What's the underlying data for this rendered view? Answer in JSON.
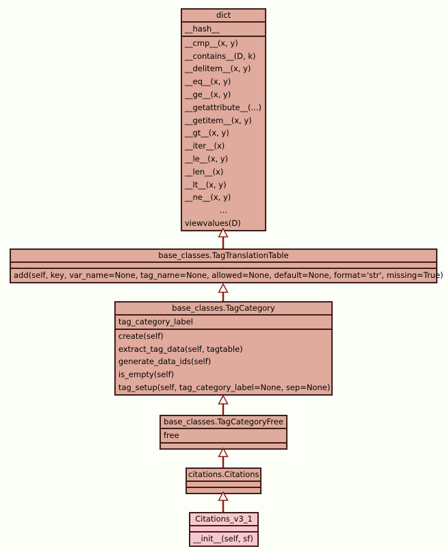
{
  "diagram_type": "uml-class-inheritance",
  "colors": {
    "fill": "#e0aa9c",
    "highlight": "#f9c8ce",
    "border": "#3a1f17",
    "arrow": "#8e1f12",
    "bg": "#fcfef8",
    "text": "#000000"
  },
  "classes": {
    "dict": {
      "title": "dict",
      "attributes": [
        "__hash__"
      ],
      "methods": [
        "__cmp__(x, y)",
        "__contains__(D, k)",
        "__delitem__(x, y)",
        "__eq__(x, y)",
        "__ge__(x, y)",
        "__getattribute__(...)",
        "__getitem__(x, y)",
        "__gt__(x, y)",
        "__iter__(x)",
        "__le__(x, y)",
        "__len__(x)",
        "__lt__(x, y)",
        "__ne__(x, y)",
        "...",
        "viewvalues(D)"
      ]
    },
    "tag_translation_table": {
      "title": "base_classes.TagTranslationTable",
      "attributes": [],
      "methods": [
        "add(self, key, var_name=None, tag_name=None, allowed=None, default=None, format='str', missing=True)"
      ]
    },
    "tag_category": {
      "title": "base_classes.TagCategory",
      "attributes": [
        "tag_category_label"
      ],
      "methods": [
        "create(self)",
        "extract_tag_data(self, tagtable)",
        "generate_data_ids(self)",
        "is_empty(self)",
        "tag_setup(self, tag_category_label=None, sep=None)"
      ]
    },
    "tag_category_free": {
      "title": "base_classes.TagCategoryFree",
      "attributes": [
        "free"
      ],
      "methods": []
    },
    "citations": {
      "title": "citations.Citations",
      "attributes": [],
      "methods": []
    },
    "citations_v3_1": {
      "title": "Citations_v3_1",
      "attributes": [],
      "methods": [
        "__init__(self, sf)"
      ]
    }
  },
  "relations": [
    {
      "from": "base_classes.TagTranslationTable",
      "to": "dict",
      "type": "inheritance"
    },
    {
      "from": "base_classes.TagCategory",
      "to": "base_classes.TagTranslationTable",
      "type": "inheritance"
    },
    {
      "from": "base_classes.TagCategoryFree",
      "to": "base_classes.TagCategory",
      "type": "inheritance"
    },
    {
      "from": "citations.Citations",
      "to": "base_classes.TagCategoryFree",
      "type": "inheritance"
    },
    {
      "from": "Citations_v3_1",
      "to": "citations.Citations",
      "type": "inheritance"
    }
  ]
}
